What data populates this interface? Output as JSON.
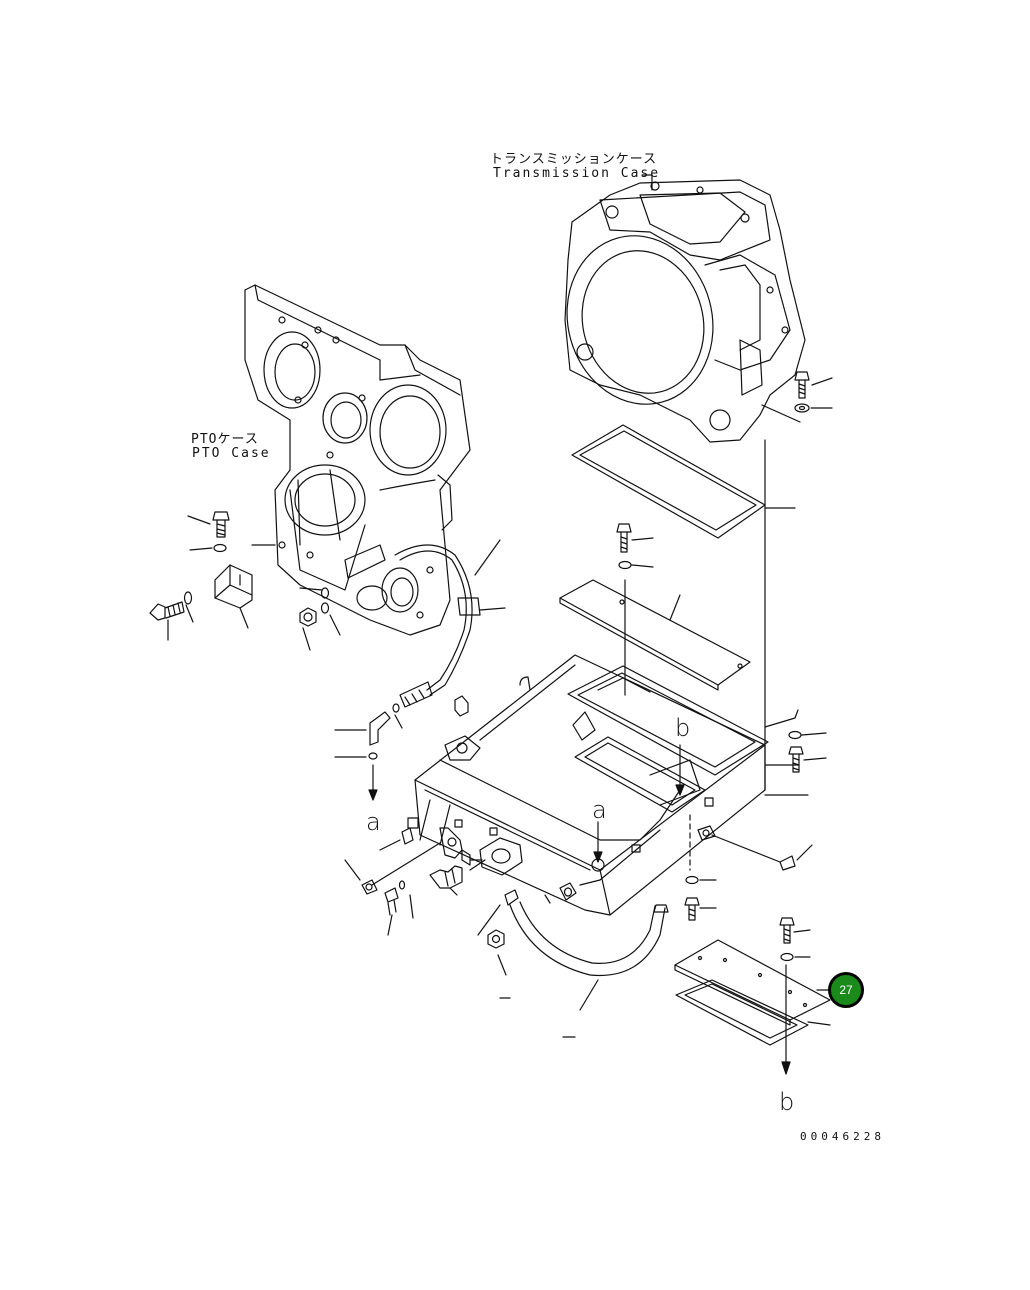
{
  "labels": {
    "transmission_case_jp": "トランスミッションケース",
    "transmission_case_en": "Transmission Case",
    "pto_case_jp": "PTOケース",
    "pto_case_en": "PTO Case"
  },
  "refs": {
    "a_top": "a",
    "a_bottom": "a",
    "b_top": "b",
    "b_bottom": "b"
  },
  "callout": {
    "number": "27",
    "color": "#1a8a1a"
  },
  "document_number": "00046228"
}
